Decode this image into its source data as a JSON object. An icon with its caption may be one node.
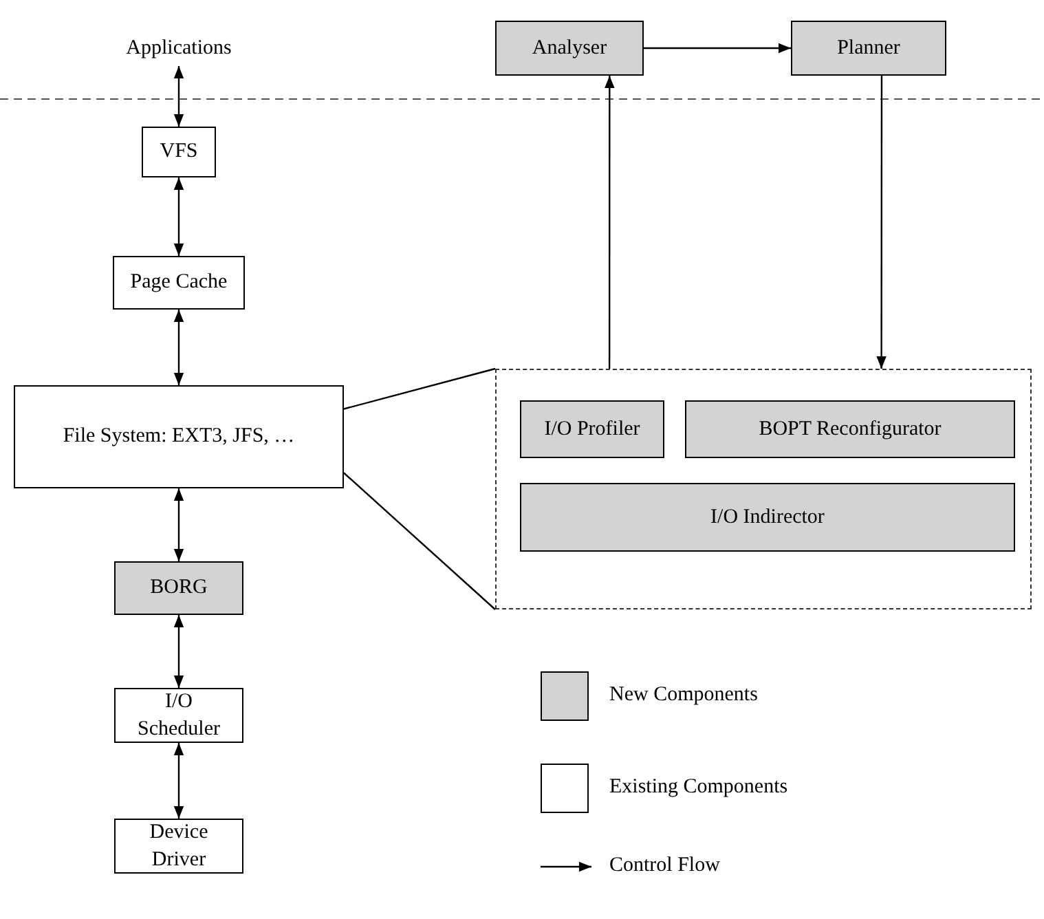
{
  "diagram": {
    "nodes": [
      {
        "text": [
          "Applications"
        ]
      },
      {
        "text": [
          "VFS"
        ]
      },
      {
        "text": [
          "Page Cache"
        ]
      },
      {
        "text": [
          "File System: EXT3, JFS, …"
        ]
      },
      {
        "text": [
          "BORG"
        ]
      },
      {
        "text": [
          "I/O Scheduler"
        ]
      },
      {
        "text": [
          "Device Driver"
        ]
      },
      {
        "text": [
          "Analyser"
        ]
      },
      {
        "text": [
          "Planner"
        ]
      },
      {
        "text": [],
        "shape": "box"
      },
      {
        "text": [
          "I/O Profiler"
        ],
        "in": 9
      },
      {
        "text": [
          "BOPT Reconfigurator"
        ],
        "in": 9
      },
      {
        "text": [
          "I/O Indirector"
        ],
        "in": 9
      }
    ],
    "edges": [
      {
        "from": 0,
        "to": 1,
        "arrow": "both"
      },
      {
        "from": 1,
        "to": 2,
        "arrow": "both"
      },
      {
        "from": 2,
        "to": 3,
        "arrow": "both"
      },
      {
        "from": 3,
        "to": 4,
        "arrow": "both"
      },
      {
        "from": 4,
        "to": 5,
        "arrow": "both"
      },
      {
        "from": 5,
        "to": 6,
        "arrow": "both"
      },
      {
        "from": 7,
        "to": 8,
        "arrow": "to"
      },
      {
        "from": 9,
        "to": 7,
        "arrow": "to"
      },
      {
        "from": 8,
        "to": 9,
        "arrow": "to"
      },
      {
        "from": 3,
        "to": 9,
        "arrow": "none"
      },
      {
        "from": 3,
        "to": 9,
        "arrow": "none"
      }
    ],
    "legend": [
      {
        "text": "New Components",
        "color": "#d3d3d3"
      },
      {
        "text": "Existing Components",
        "color": "#ffffff"
      },
      {
        "text": "Control Flow"
      }
    ]
  }
}
